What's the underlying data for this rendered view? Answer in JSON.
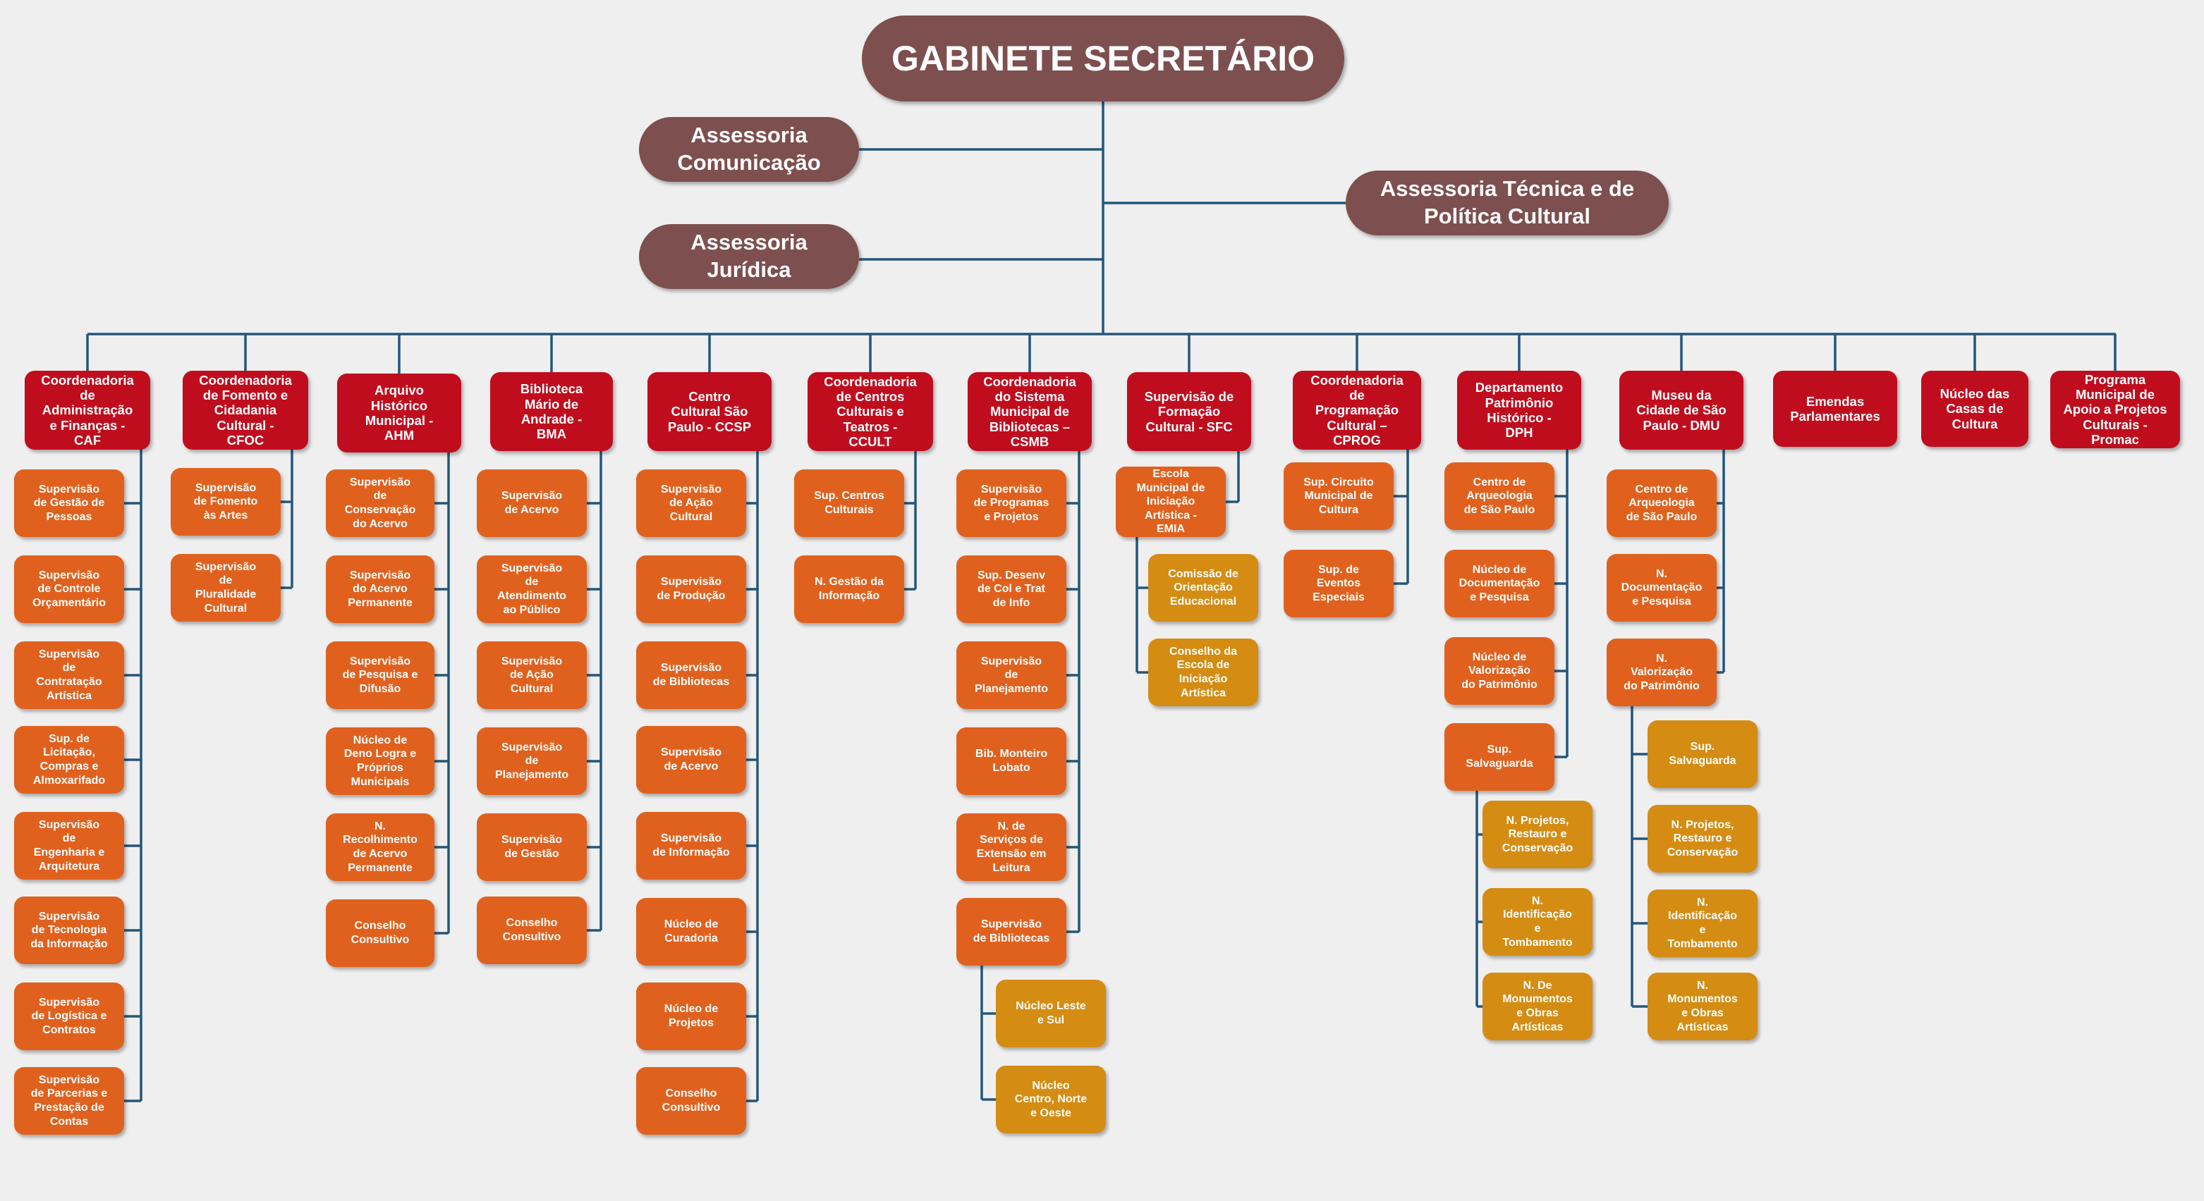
{
  "title": "GABINETE SECRETÁRIO",
  "assessorias": {
    "comunicacao": "Assessoria\nComunicação",
    "juridica": "Assessoria\nJurídica",
    "tecnica": "Assessoria Técnica e de\nPolítica Cultural"
  },
  "coord": [
    {
      "label": "Coordenadoria\nde\nAdministração\ne Finanças -\nCAF",
      "children": [
        "Supervisão\nde Gestão de\nPessoas",
        "Supervisão\nde Controle\nOrçamentário",
        "Supervisão\nde\nContratação\nArtística",
        "Sup. de\nLicitação,\nCompras e\nAlmoxarifado",
        "Supervisão\nde\nEngenharia e\nArquitetura",
        "Supervisão\nde Tecnologia\nda Informação",
        "Supervisão\nde Logística e\nContratos",
        "Supervisão\nde Parcerias e\nPrestação de\nContas"
      ]
    },
    {
      "label": "Coordenadoria\nde Fomento e\nCidadania\nCultural -\nCFOC",
      "children": [
        "Supervisão\nde Fomento\nàs Artes",
        "Supervisão\nde\nPluralidade\nCultural"
      ]
    },
    {
      "label": "Arquivo\nHistórico\nMunicipal -\nAHM",
      "children": [
        "Supervisão\nde\nConservação\ndo Acervo",
        "Supervisão\ndo Acervo\nPermanente",
        "Supervisão\nde Pesquisa e\nDifusão",
        "Núcleo de\nDeno Logra e\nPróprios\nMunicipais",
        "N.\nRecolhimento\nde Acervo\nPermanente",
        "Conselho\nConsultivo"
      ]
    },
    {
      "label": "Biblioteca\nMário de\nAndrade -\nBMA",
      "children": [
        "Supervisão\nde Acervo",
        "Supervisão\nde\nAtendimento\nao Público",
        "Supervisão\nde Ação\nCultural",
        "Supervisão\nde\nPlanejamento",
        "Supervisão\nde Gestão",
        "Conselho\nConsultivo"
      ]
    },
    {
      "label": "Centro\nCultural São\nPaulo - CCSP",
      "children": [
        "Supervisão\nde Ação\nCultural",
        "Supervisão\nde Produção",
        "Supervisão\nde Bibliotecas",
        "Supervisão\nde Acervo",
        "Supervisão\nde Informação",
        "Núcleo de\nCuradoria",
        "Núcleo de\nProjetos",
        "Conselho\nConsultivo"
      ]
    },
    {
      "label": "Coordenadoria\nde Centros\nCulturais e\nTeatros -\nCCULT",
      "children": [
        "Sup. Centros\nCulturais",
        "N. Gestão da\nInformação"
      ]
    },
    {
      "label": "Coordenadoria\ndo Sistema\nMunicipal de\nBibliotecas –\nCSMB",
      "children": [
        "Supervisão\nde Programas\ne Projetos",
        "Sup. Desenv\nde Col e Trat\nde Info",
        "Supervisão\nde\nPlanejamento",
        "Bib. Monteiro\nLobato",
        "N. de\nServiços de\nExtensão em\nLeitura",
        "Supervisão\nde Bibliotecas"
      ],
      "sub": [
        "Núcleo Leste\ne Sul",
        "Núcleo\nCentro, Norte\ne Oeste"
      ]
    },
    {
      "label": "Supervisão de\nFormação\nCultural - SFC",
      "children": [
        "Escola\nMunicipal de\nIniciação\nArtística -\nEMIA"
      ],
      "sub": [
        "Comissão de\nOrientação\nEducacional",
        "Conselho da\nEscola de\nIniciação\nArtística"
      ]
    },
    {
      "label": "Coordenadoria\nde\nProgramação\nCultural –\nCPROG",
      "children": [
        "Sup. Circuito\nMunicipal de\nCultura",
        "Sup. de\nEventos\nEspeciais"
      ]
    },
    {
      "label": "Departamento\nPatrimônio\nHistórico -\nDPH",
      "children": [
        "Centro de\nArqueologia\nde São Paulo",
        "Núcleo de\nDocumentação\ne Pesquisa",
        "Núcleo de\nValorização\ndo Patrimônio",
        "Sup.\nSalvaguarda"
      ],
      "sub": [
        "N. Projetos,\nRestauro e\nConservação",
        "N.\nIdentificação\ne\nTombamento",
        "N. De\nMonumentos\ne Obras\nArtísticas"
      ]
    },
    {
      "label": "Museu da\nCidade de São\nPaulo - DMU",
      "children": [
        "Centro de\nArqueologia\nde São Paulo",
        "N.\nDocumentação\ne Pesquisa",
        "N.\nValorização\ndo Patrimônio"
      ],
      "sub": [
        "Sup.\nSalvaguarda",
        "N. Projetos,\nRestauro e\nConservação",
        "N.\nIdentificação\ne\nTombamento",
        "N.\nMonumentos\ne Obras\nArtísticas"
      ]
    },
    {
      "label": "Emendas\nParlamentares",
      "children": []
    },
    {
      "label": "Núcleo das\nCasas de\nCultura",
      "children": []
    },
    {
      "label": "Programa\nMunicipal de\nApoio a Projetos\nCulturais -\nPromac",
      "children": []
    }
  ]
}
